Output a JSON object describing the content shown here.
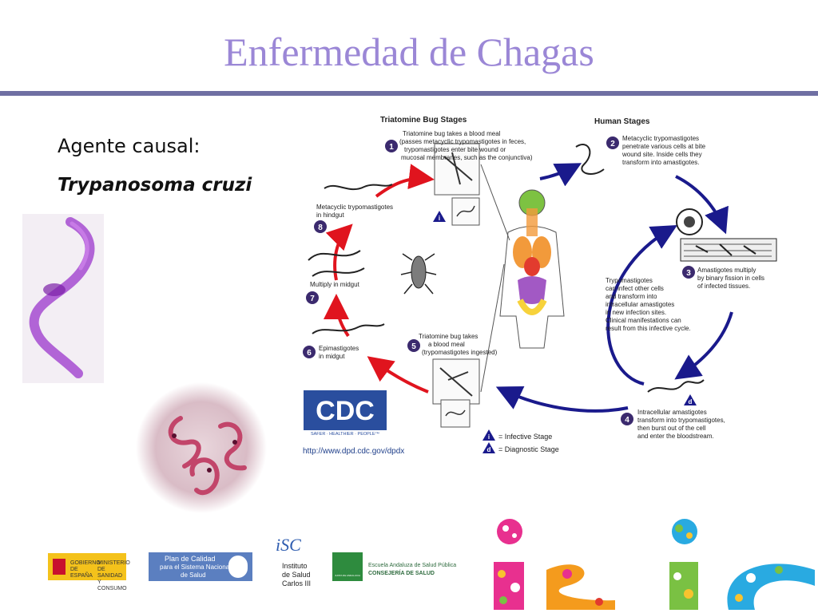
{
  "slide": {
    "title": "Enfermedad de Chagas",
    "agent_label": "Agente causal:",
    "agent_name": "Trypanosoma cruzi"
  },
  "diagram": {
    "triatomine_header": "Triatomine Bug Stages",
    "human_header": "Human Stages",
    "steps": [
      {
        "n": "1",
        "lines": [
          "Triatomine bug takes a blood meal",
          "(passes metacyclic trypomastigotes in feces,",
          "trypomastigotes enter bite wound or",
          "mucosal membranes, such as the conjunctiva)"
        ]
      },
      {
        "n": "2",
        "lines": [
          "Metacyclic trypomastigotes",
          "penetrate various cells at bite",
          "wound site.  Inside cells they",
          "transform into amastigotes."
        ]
      },
      {
        "n": "3",
        "lines": [
          "Amastigotes multiply",
          "by binary fission in cells",
          "of infected tissues."
        ]
      },
      {
        "n": "4",
        "lines": [
          "Intracellular amastigotes",
          "transform into trypomastigotes,",
          "then burst out of the cell",
          "and enter the bloodstream."
        ]
      },
      {
        "n": "5",
        "lines": [
          "Triatomine bug takes",
          "a blood meal",
          "(trypomastigotes ingested)"
        ]
      },
      {
        "n": "6",
        "lines": [
          "Epimastigotes",
          "in midgut"
        ]
      },
      {
        "n": "7",
        "lines": [
          "Multiply in midgut"
        ]
      },
      {
        "n": "8",
        "lines": [
          "Metacyclic trypomastigotes",
          "in hindgut"
        ]
      }
    ],
    "center_text": [
      "Trypomastigotes",
      "can infect other cells",
      "and transform into",
      "intracellular amastigotes",
      "in new infection sites.",
      "Clinical manifestations can",
      "result from this infective cycle."
    ],
    "legend": {
      "infective_marker": "i",
      "infective_label": "= Infective Stage",
      "diagnostic_marker": "d",
      "diagnostic_label": "= Diagnostic Stage"
    },
    "cdc_logo": "CDC",
    "cdc_tagline": "SAFER · HEALTHIER · PEOPLE™",
    "cdc_url": "http://www.dpd.cdc.gov/dpdx"
  },
  "logos": {
    "gobierno": "GOBIERNO DE ESPAÑA",
    "ministerio": "MINISTERIO DE SANIDAD Y CONSUMO",
    "plan_line1": "Plan de Calidad",
    "plan_line2": "para el Sistema Nacional",
    "plan_line3": "de Salud",
    "isc_mark": "iSC",
    "isc_line1": "Instituto",
    "isc_line2": "de Salud",
    "isc_line3": "Carlos III",
    "junta": "JUNTA DE ANDALUCIA",
    "easp_line1": "Escuela Andaluza de Salud Pública",
    "easp_line2": "CONSEJERÍA DE SALUD"
  },
  "colors": {
    "title": "#9b87d6",
    "rule": "#6f6fa3",
    "arrow_red": "#e0141e",
    "arrow_blue": "#1a1a8c",
    "step_badge": "#3b2a6e"
  }
}
